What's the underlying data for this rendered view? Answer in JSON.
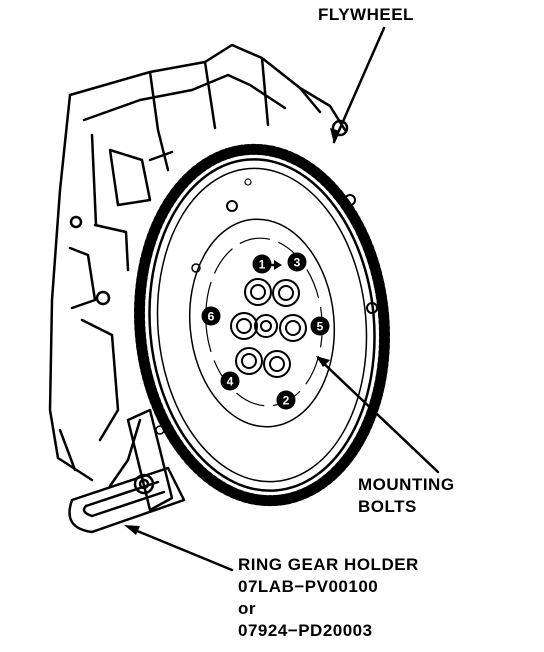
{
  "labels": {
    "flywheel": "FLYWHEEL",
    "mounting_bolts": [
      "MOUNTING",
      "BOLTS"
    ],
    "ring_gear_holder": [
      "RING GEAR HOLDER",
      "07LAB−PV00100",
      "or",
      "07924−PD20003"
    ]
  },
  "bolt_sequence": [
    "1",
    "2",
    "3",
    "4",
    "5",
    "6"
  ],
  "colors": {
    "ink": "#000000",
    "paper": "#ffffff"
  }
}
